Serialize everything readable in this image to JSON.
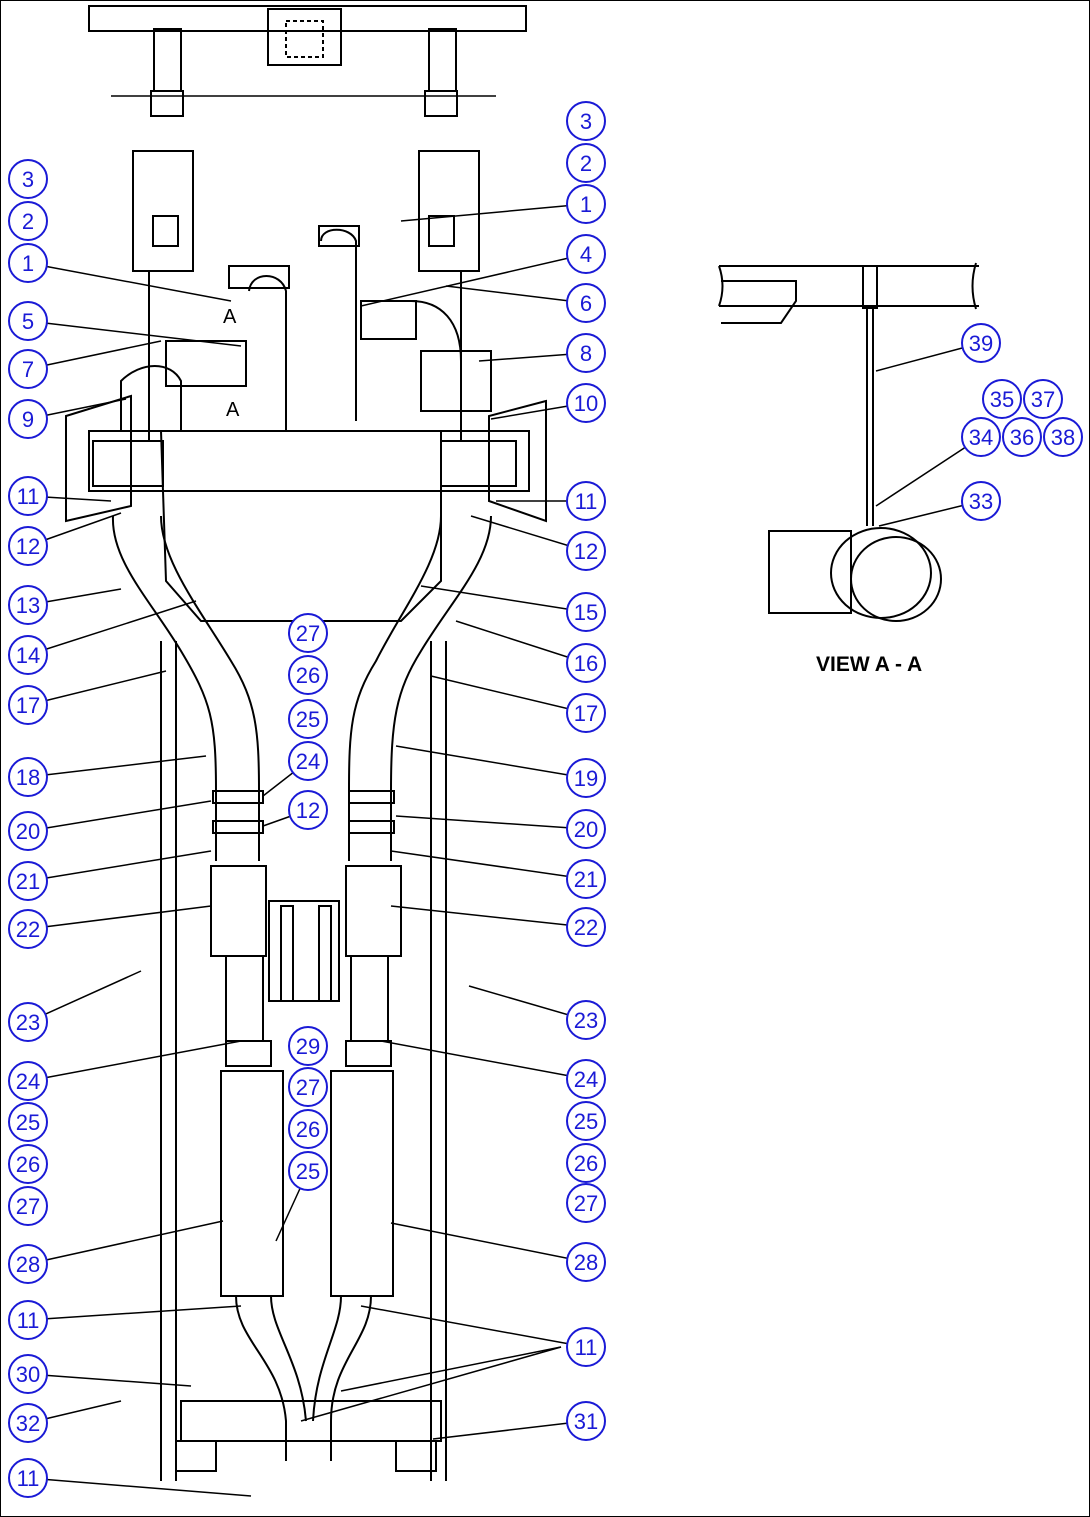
{
  "view_label": "VIEW A - A",
  "section_marks": [
    "A",
    "A"
  ],
  "balloon_color": "#1a1ad6",
  "balloons": [
    {
      "label": "3"
    },
    {
      "label": "2"
    },
    {
      "label": "1"
    },
    {
      "label": "5"
    },
    {
      "label": "7"
    },
    {
      "label": "9"
    },
    {
      "label": "11"
    },
    {
      "label": "12"
    },
    {
      "label": "13"
    },
    {
      "label": "14"
    },
    {
      "label": "17"
    },
    {
      "label": "18"
    },
    {
      "label": "20"
    },
    {
      "label": "21"
    },
    {
      "label": "22"
    },
    {
      "label": "23"
    },
    {
      "label": "24"
    },
    {
      "label": "25"
    },
    {
      "label": "26"
    },
    {
      "label": "27"
    },
    {
      "label": "28"
    },
    {
      "label": "11"
    },
    {
      "label": "30"
    },
    {
      "label": "32"
    },
    {
      "label": "11"
    },
    {
      "label": "3"
    },
    {
      "label": "2"
    },
    {
      "label": "1"
    },
    {
      "label": "4"
    },
    {
      "label": "6"
    },
    {
      "label": "8"
    },
    {
      "label": "10"
    },
    {
      "label": "11"
    },
    {
      "label": "12"
    },
    {
      "label": "15"
    },
    {
      "label": "16"
    },
    {
      "label": "17"
    },
    {
      "label": "19"
    },
    {
      "label": "20"
    },
    {
      "label": "21"
    },
    {
      "label": "22"
    },
    {
      "label": "23"
    },
    {
      "label": "24"
    },
    {
      "label": "25"
    },
    {
      "label": "26"
    },
    {
      "label": "27"
    },
    {
      "label": "28"
    },
    {
      "label": "11"
    },
    {
      "label": "31"
    },
    {
      "label": "27"
    },
    {
      "label": "26"
    },
    {
      "label": "25"
    },
    {
      "label": "24"
    },
    {
      "label": "12"
    },
    {
      "label": "29"
    },
    {
      "label": "27"
    },
    {
      "label": "26"
    },
    {
      "label": "25"
    },
    {
      "label": "39"
    },
    {
      "label": "35"
    },
    {
      "label": "37"
    },
    {
      "label": "34"
    },
    {
      "label": "36"
    },
    {
      "label": "38"
    },
    {
      "label": "33"
    }
  ]
}
